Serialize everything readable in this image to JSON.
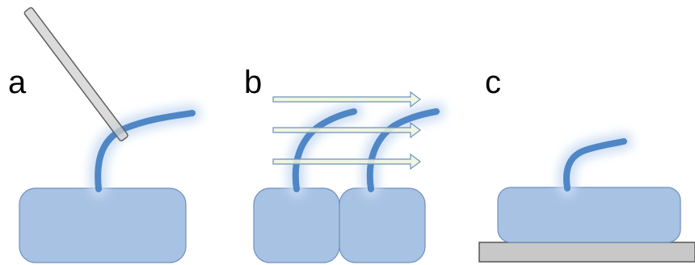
{
  "panels": {
    "a": {
      "label": "a"
    },
    "b": {
      "label": "b"
    },
    "c": {
      "label": "c"
    }
  },
  "colors": {
    "cell_fill": "#a8c2e4",
    "cell_stroke": "#6f90be",
    "cilium": "#4f86c6",
    "cilium_glow": "#c9dcf3",
    "rod_fill": "#cfcfcf",
    "rod_stroke": "#606060",
    "arrow_fill": "#eef5dc",
    "arrow_stroke": "#6f90be",
    "substrate_fill": "#c8c8c8",
    "substrate_stroke": "#555555"
  }
}
